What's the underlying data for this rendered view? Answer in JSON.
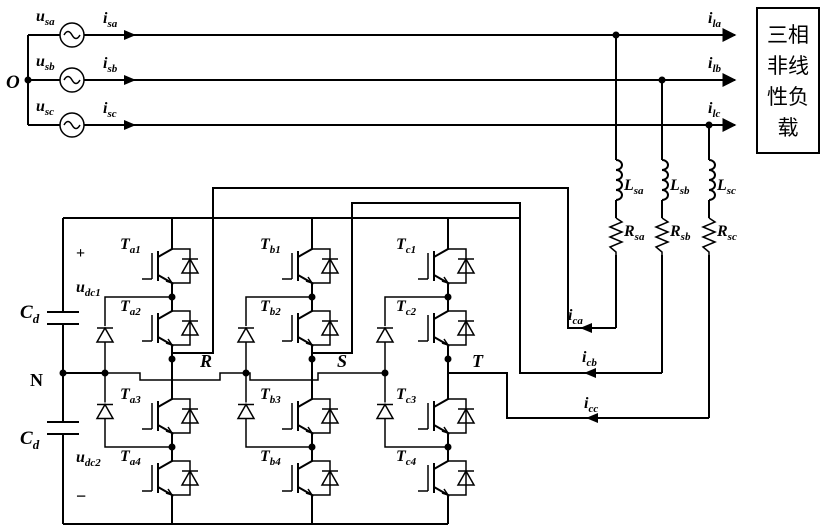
{
  "source_labels": [
    "u_sa",
    "u_sb",
    "u_sc"
  ],
  "source_current_labels": [
    "i_sa",
    "i_sb",
    "i_sc"
  ],
  "load_current_labels": [
    "i_la",
    "i_lb",
    "i_lc"
  ],
  "neutral_label": "O",
  "load_box_text": "三相\n非线\n性负\n载",
  "load_box_lines": [
    "三相",
    "非线",
    "性负",
    "载"
  ],
  "inductor_labels": [
    "L_sa",
    "L_sb",
    "L_sc"
  ],
  "resistor_labels": [
    "R_sa",
    "R_sb",
    "R_sc"
  ],
  "compensation_current_labels": [
    "i_ca",
    "i_cb",
    "i_cc"
  ],
  "capacitor_labels": [
    "C_d",
    "C_d"
  ],
  "dc_voltage_labels": [
    "u_dc1",
    "u_dc2"
  ],
  "polarity_plus": "+",
  "polarity_minus": "−",
  "midpoint_label": "N",
  "phase_node_labels": [
    "R",
    "S",
    "T"
  ],
  "switch_labels": {
    "a": [
      "T_a1",
      "T_a2",
      "T_a3",
      "T_a4"
    ],
    "b": [
      "T_b1",
      "T_b2",
      "T_b3",
      "T_b4"
    ],
    "c": [
      "T_c1",
      "T_c2",
      "T_c3",
      "T_c4"
    ]
  }
}
